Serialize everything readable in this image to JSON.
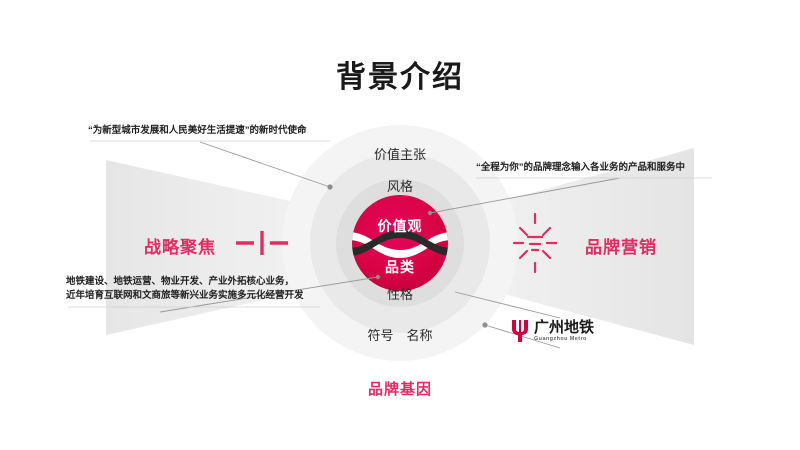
{
  "slide": {
    "title": "背景介绍",
    "bottom_caption": "品牌基因",
    "accent_color": "#E12D64",
    "core_color": "#D6003C",
    "ring_colors": [
      "#f4f4f4",
      "#e9e9e9",
      "#dedede"
    ]
  },
  "center_rings": {
    "labels_top": [
      {
        "text": "价值主张"
      },
      {
        "text": "风格"
      }
    ],
    "labels_bottom": [
      {
        "text": "性格"
      },
      {
        "text": "符号　名称"
      }
    ]
  },
  "core": {
    "label_top": "价值观",
    "label_bottom": "品类",
    "icon": "double-helix-ribbon"
  },
  "left_panel": {
    "label": "战略聚焦",
    "icon": "focus-converge-icon",
    "note_top": "“为新型城市发展和人民美好生活提速”的新时代使命",
    "note_bottom_line1": "地铁建设、地铁运营、物业开发、产业外拓核心业务，",
    "note_bottom_line2": "近年培育互联网和文商旅等新兴业务实施多元化经营开发"
  },
  "right_panel": {
    "label": "品牌营销",
    "icon": "sunburst-radiate-icon",
    "note_top": "“全程为你”的品牌理念输入各业务的产品和服务中",
    "logo": {
      "name": "guangzhou-metro-logo",
      "text_cn": "广州地铁",
      "text_en": "Guangzhou Metro"
    }
  }
}
